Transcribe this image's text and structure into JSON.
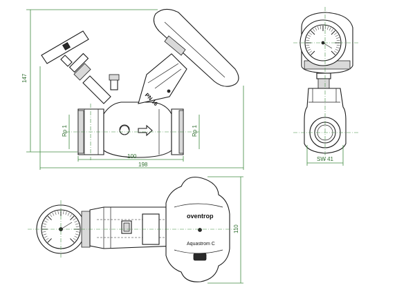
{
  "dimensions": {
    "height_front": "147",
    "width_front": "198",
    "port_spacing": "100",
    "thread_left": "Rp 1",
    "thread_right": "Rp 1",
    "wrench_size": "SW 41",
    "height_top": "110"
  },
  "labels": {
    "pressure_rating": "PN 16",
    "brand": "oventrop",
    "product": "Aquastrom C"
  }
}
